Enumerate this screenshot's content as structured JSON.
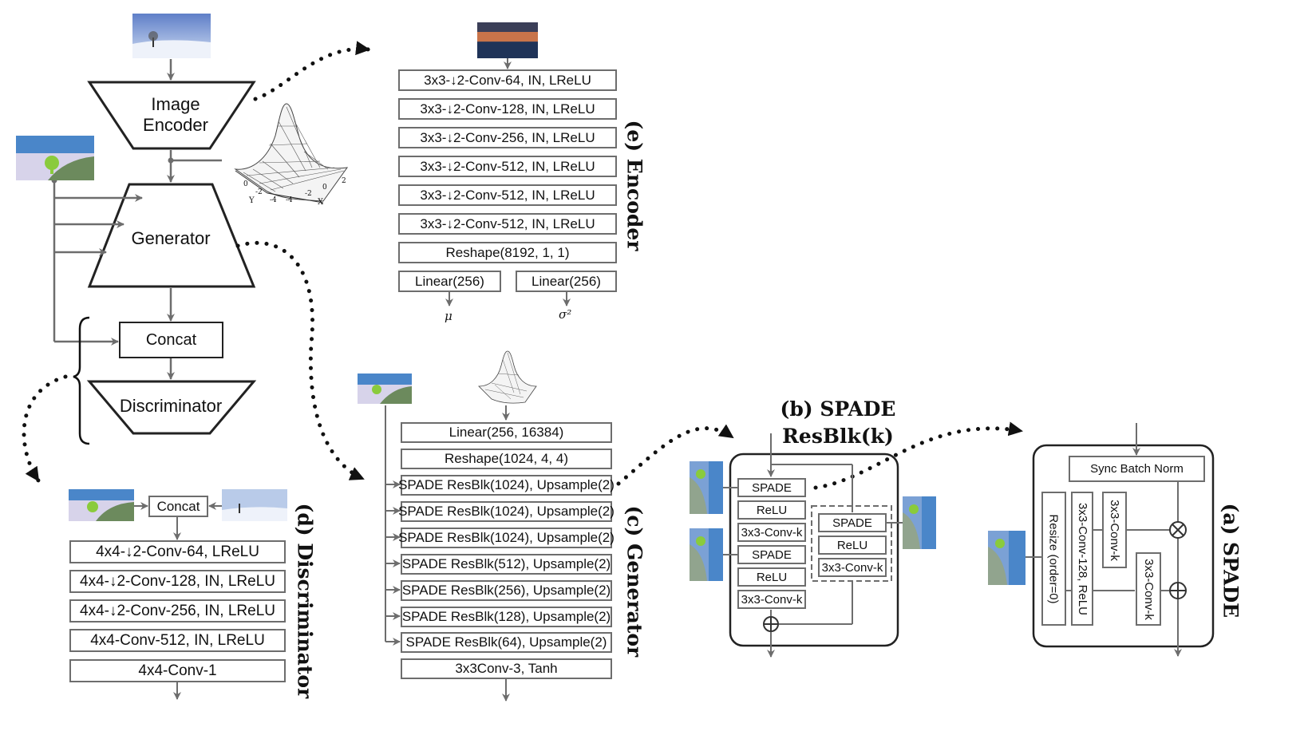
{
  "colors": {
    "box_border": "#6d6d6d",
    "arrow": "#6d6d6d",
    "dots": "#111111",
    "sky": "#4a86c9",
    "grass": "#3f7c4a",
    "tree": "#8acb3c"
  },
  "main_flow": {
    "image_encoder": [
      "Image",
      "Encoder"
    ],
    "generator": "Generator",
    "concat": "Concat",
    "discriminator": "Discriminator"
  },
  "encoder": {
    "title": "(e) Encoder",
    "layers": [
      "3x3-↓2-Conv-64, IN, LReLU",
      "3x3-↓2-Conv-128, IN, LReLU",
      "3x3-↓2-Conv-256, IN, LReLU",
      "3x3-↓2-Conv-512, IN, LReLU",
      "3x3-↓2-Conv-512, IN, LReLU",
      "3x3-↓2-Conv-512, IN, LReLU",
      "Reshape(8192, 1, 1)"
    ],
    "linear_left": "Linear(256)",
    "linear_right": "Linear(256)",
    "out_mu": "μ",
    "out_sigma": "σ²"
  },
  "generator_detail": {
    "title": "(c) Generator",
    "layers": [
      "Linear(256, 16384)",
      "Reshape(1024, 4, 4)",
      "SPADE ResBlk(1024), Upsample(2)",
      "SPADE ResBlk(1024), Upsample(2)",
      "SPADE ResBlk(1024), Upsample(2)",
      "SPADE ResBlk(512), Upsample(2)",
      "SPADE ResBlk(256), Upsample(2)",
      "SPADE ResBlk(128), Upsample(2)",
      "SPADE ResBlk(64), Upsample(2)",
      "3x3Conv-3, Tanh"
    ]
  },
  "discriminator_detail": {
    "title": "(d) Discriminator",
    "concat": "Concat",
    "layers": [
      "4x4-↓2-Conv-64, LReLU",
      "4x4-↓2-Conv-128, IN, LReLU",
      "4x4-↓2-Conv-256, IN, LReLU",
      "4x4-Conv-512, IN, LReLU",
      "4x4-Conv-1"
    ]
  },
  "resblk": {
    "title_line1": "(b) SPADE",
    "title_line2": "ResBlk(k)",
    "main_path": [
      "SPADE",
      "ReLU",
      "3x3-Conv-k",
      "SPADE",
      "ReLU",
      "3x3-Conv-k"
    ],
    "shortcut_path": [
      "SPADE",
      "ReLU",
      "3x3-Conv-k"
    ]
  },
  "spade": {
    "title": "(a) SPADE",
    "sync_bn": "Sync Batch Norm",
    "resize": "Resize (order=0)",
    "conv128": "3x3-Conv-128, ReLU",
    "conv_k_gamma": "3x3-Conv-k",
    "conv_k_beta": "3x3-Conv-k",
    "mul": "⊗",
    "add": "⊕"
  },
  "gaussian_plot": {
    "x_label": "X",
    "y_label": "Y",
    "x_ticks": [
      "-4",
      "-2",
      "0",
      "2"
    ],
    "y_ticks": [
      "0",
      "-2",
      "-4"
    ]
  }
}
